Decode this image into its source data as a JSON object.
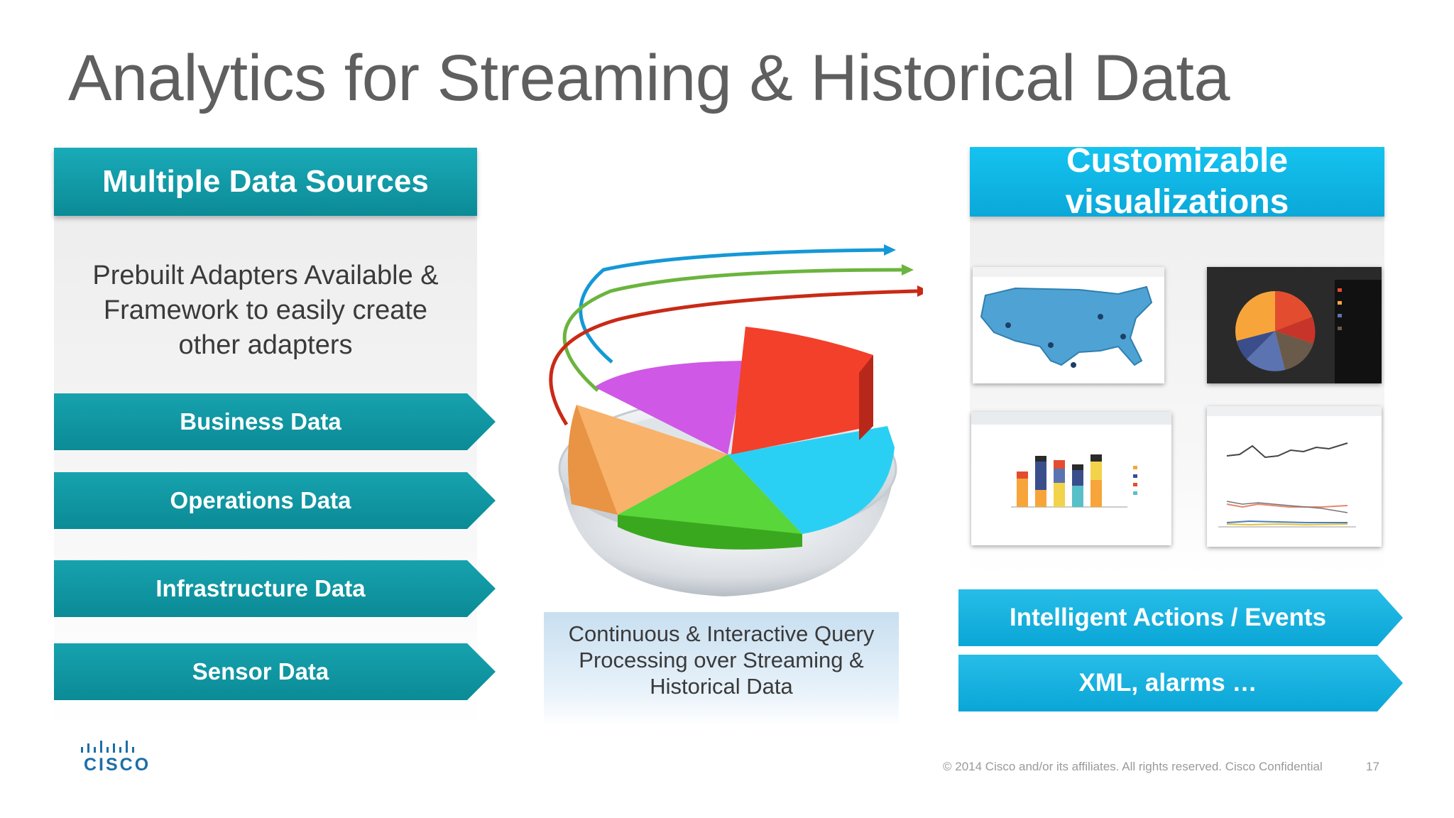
{
  "title": "Analytics for Streaming & Historical Data",
  "left_panel": {
    "header": "Multiple Data Sources",
    "description_lines": [
      "Prebuilt Adapters Available &",
      "Framework to easily create",
      "other adapters"
    ],
    "items": [
      "Business Data",
      "Operations Data",
      "Infrastructure Data",
      "Sensor Data"
    ]
  },
  "center": {
    "query_lines": [
      "Continuous & Interactive Query",
      "Processing over Streaming &",
      "Historical Data"
    ]
  },
  "right_panel": {
    "header_lines": [
      "Customizable",
      "visualizations"
    ],
    "items": [
      "Intelligent Actions / Events",
      "XML, alarms …"
    ]
  },
  "footer": {
    "copyright": "© 2014  Cisco and/or its affiliates. All rights reserved.   Cisco Confidential",
    "page_number": "17",
    "logo_text": "CISCO"
  },
  "colors": {
    "teal": "#0b8b96",
    "cyan": "#0aa8d8",
    "title_gray": "#5f5f5f"
  }
}
